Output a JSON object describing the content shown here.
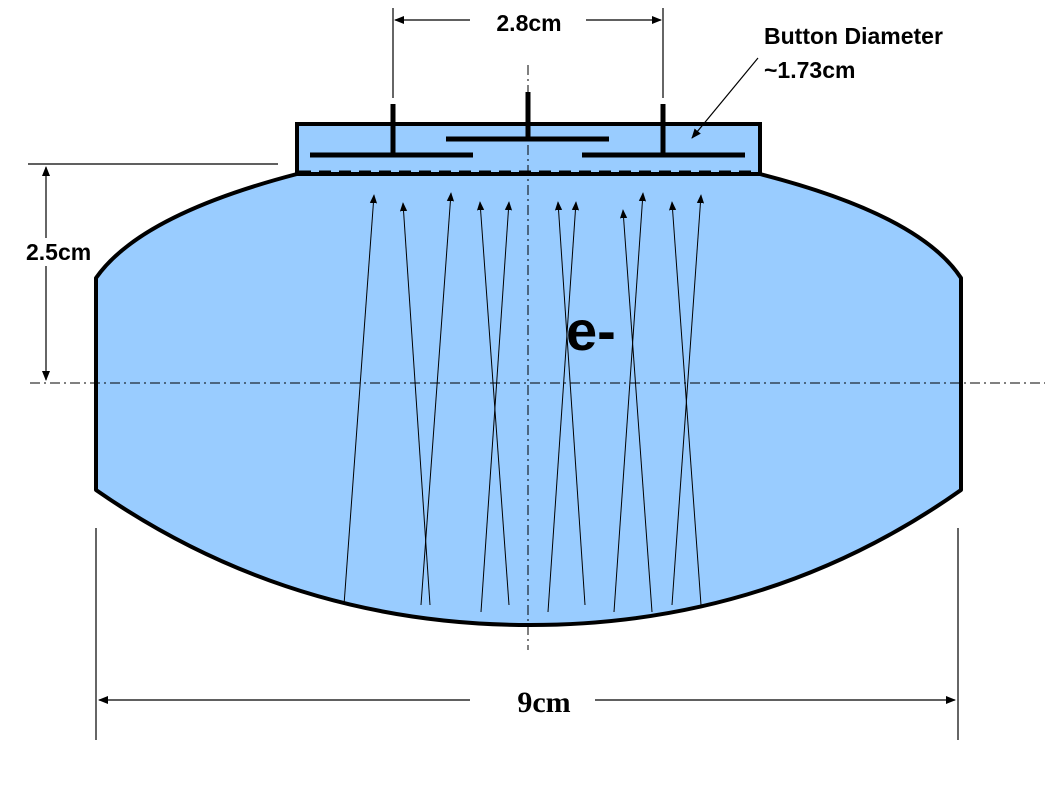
{
  "labels": {
    "top_width": "2.8cm",
    "button_title": "Button Diameter",
    "button_value": "~1.73cm",
    "half_height": "2.5cm",
    "particle": "e-",
    "full_width": "9cm"
  },
  "colors": {
    "fill": "#99ccff",
    "stroke": "#000000",
    "background": "#ffffff"
  }
}
